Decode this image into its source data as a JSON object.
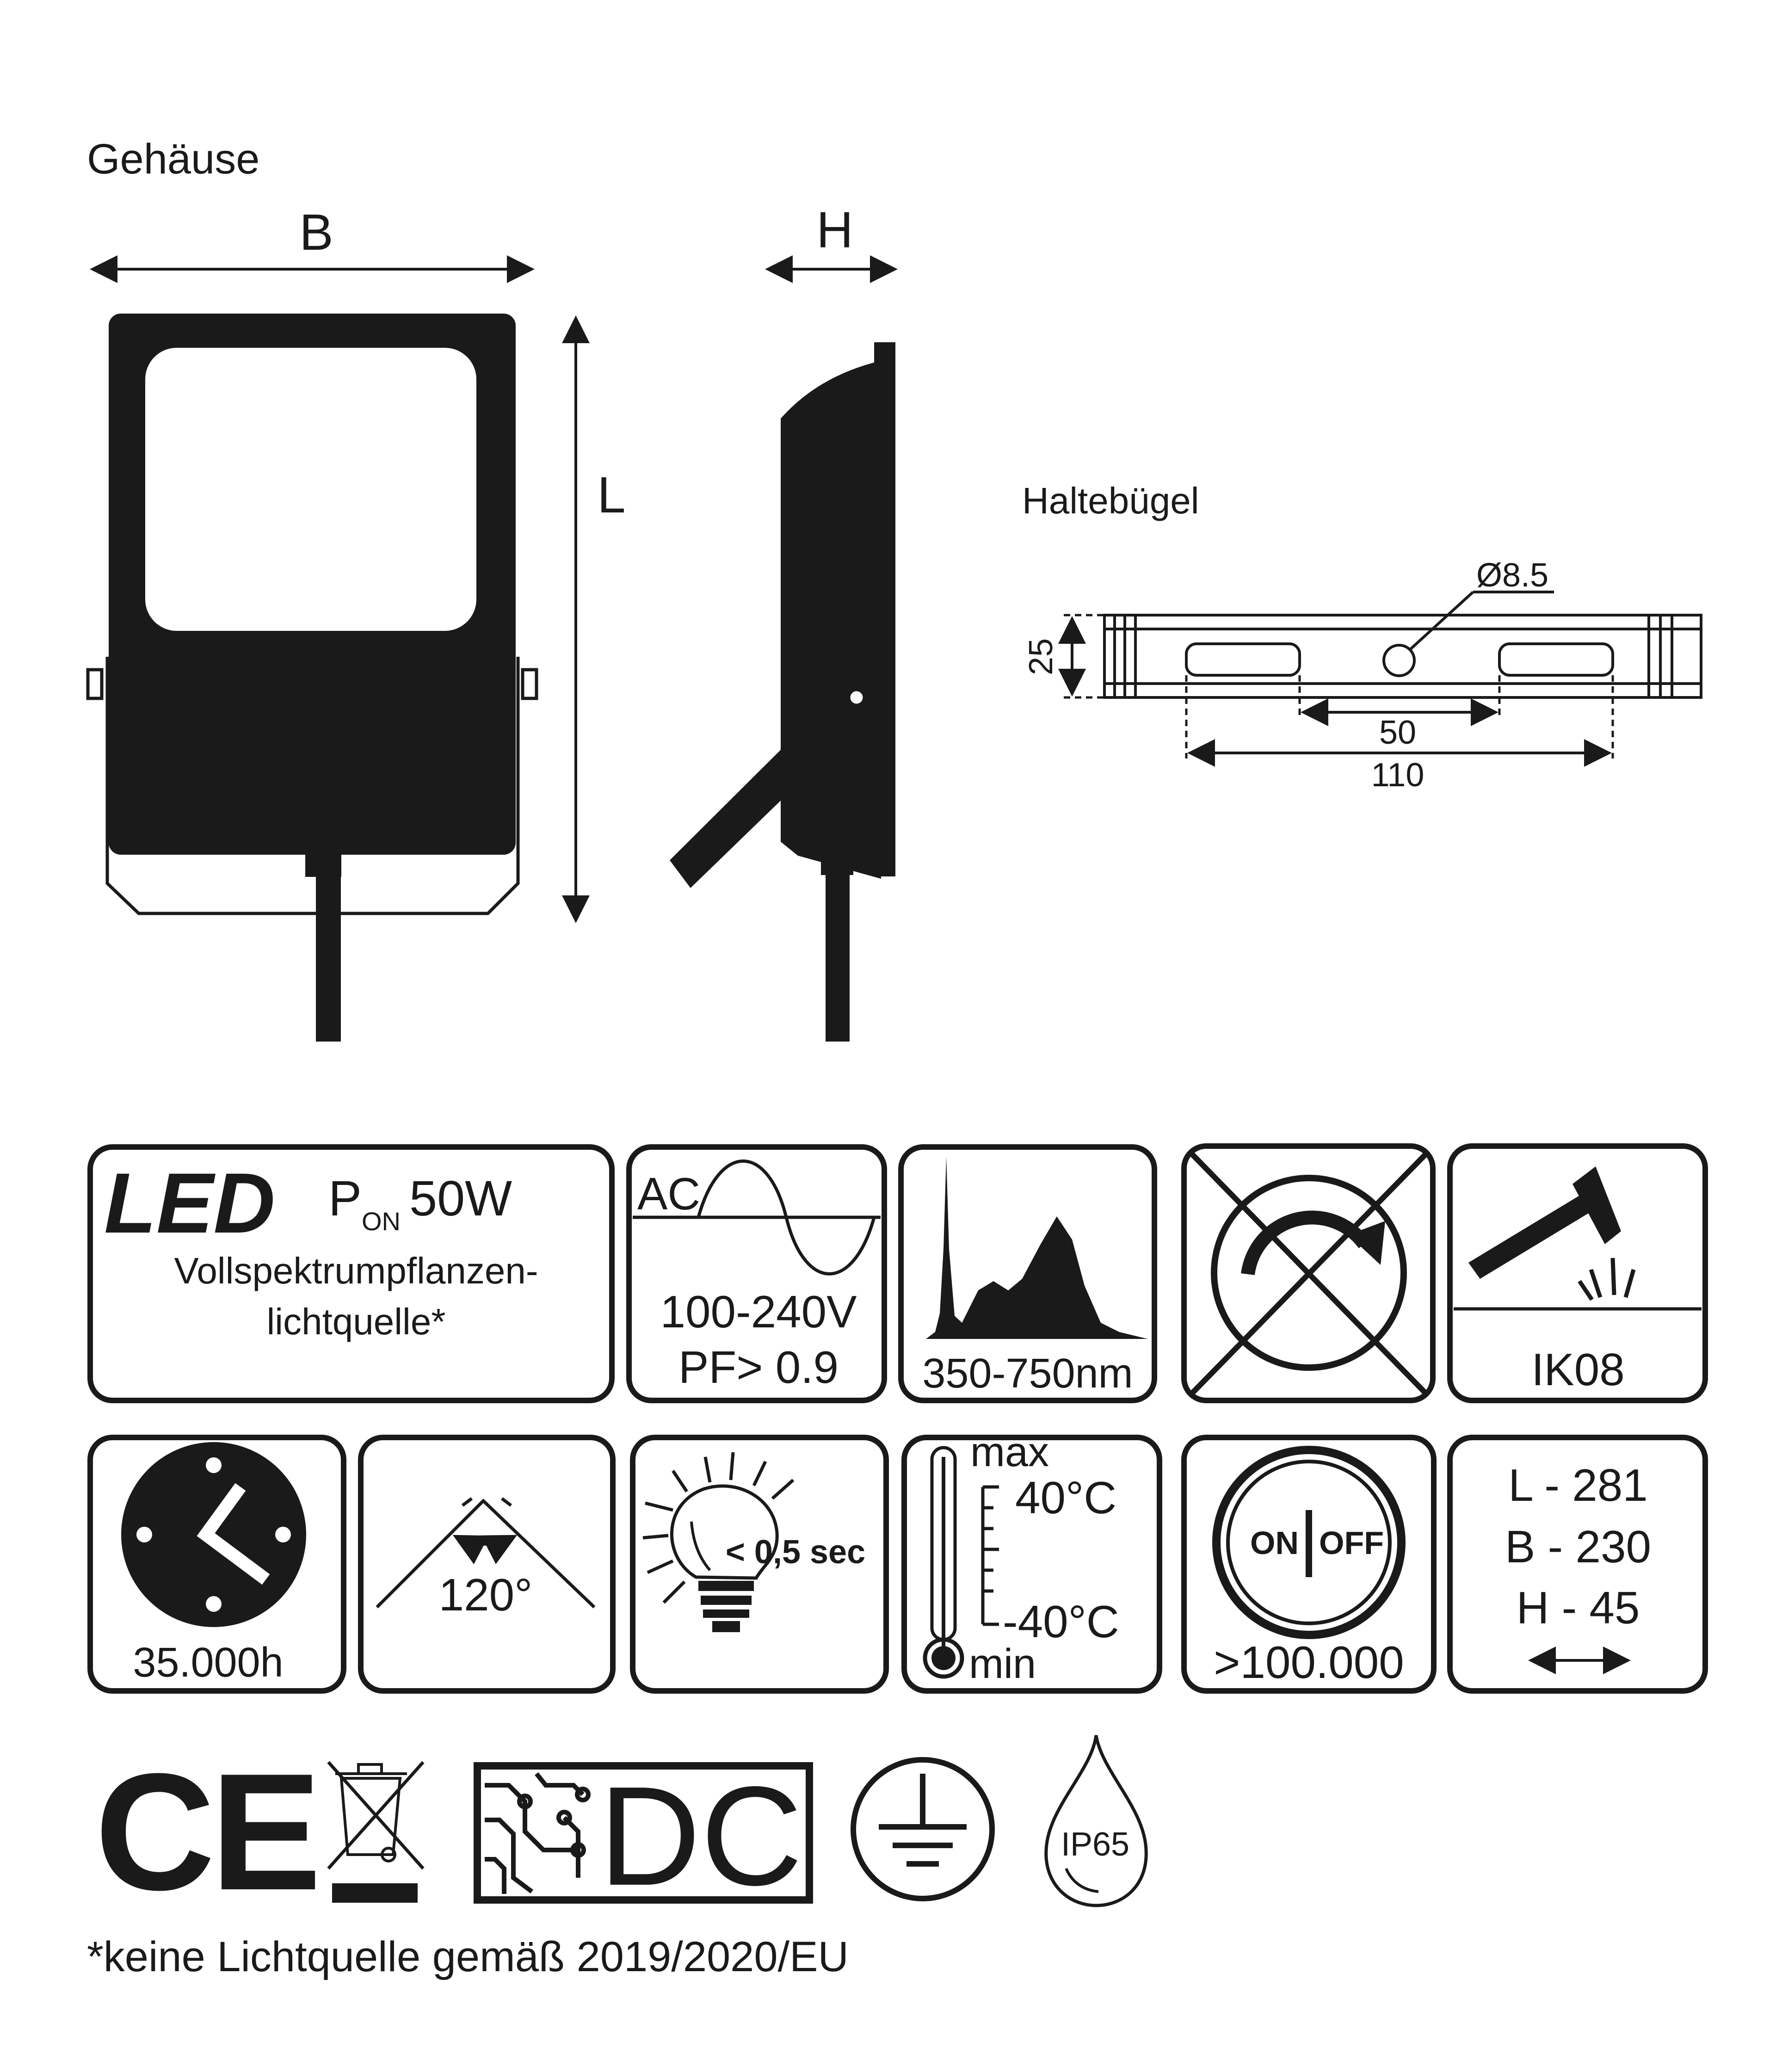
{
  "housing": {
    "title": "Gehäuse",
    "dim_width": "B",
    "dim_height": "H",
    "dim_length": "L"
  },
  "bracket": {
    "title": "Haltebügel",
    "hole": "Ø8.5",
    "height": "25",
    "slot_spacing": "50",
    "slot_outer": "110"
  },
  "specs": {
    "led": {
      "logo": "LED",
      "power_symbol": "P",
      "power_subscript": "ON",
      "power_value": "50W",
      "desc_line1": "Vollspektrumpflanzen-",
      "desc_line2": "lichtquelle*"
    },
    "ac": {
      "label": "AC",
      "voltage": "100-240V",
      "pf": "PF> 0.9"
    },
    "spectrum": {
      "range": "350-750nm"
    },
    "dimmer": {
      "name": "not dimmable"
    },
    "impact": {
      "rating": "IK08"
    },
    "lifetime": {
      "hours": "35.000h"
    },
    "beam": {
      "angle": "120°"
    },
    "startup": {
      "time": "< 0,5 sec"
    },
    "temperature": {
      "max_label": "max",
      "max_value": "40°C",
      "min_value": "-40°C",
      "min_label": "min"
    },
    "switching": {
      "on": "ON",
      "off": "OFF",
      "cycles": ">100.000"
    },
    "dimensions": {
      "length": "L - 281",
      "width": "B - 230",
      "height": "H - 45"
    }
  },
  "certifications": {
    "ce": "CE",
    "dc": "DC",
    "ip": "IP65",
    "items": [
      "ce-mark",
      "weee-bin",
      "dc-supply",
      "protective-earth",
      "ip65-drop"
    ]
  },
  "footnote": "*keine Lichtquelle gemäß 2019/2020/EU",
  "icons": [
    "ac-sine-wave",
    "spectrum-curve",
    "crossed-dimmer",
    "hammer",
    "clock",
    "beam-angle",
    "light-bulb",
    "thermometer",
    "on-off-switch",
    "double-arrow"
  ],
  "colors": {
    "ink": "#1a1a1a",
    "paper": "#ffffff"
  }
}
